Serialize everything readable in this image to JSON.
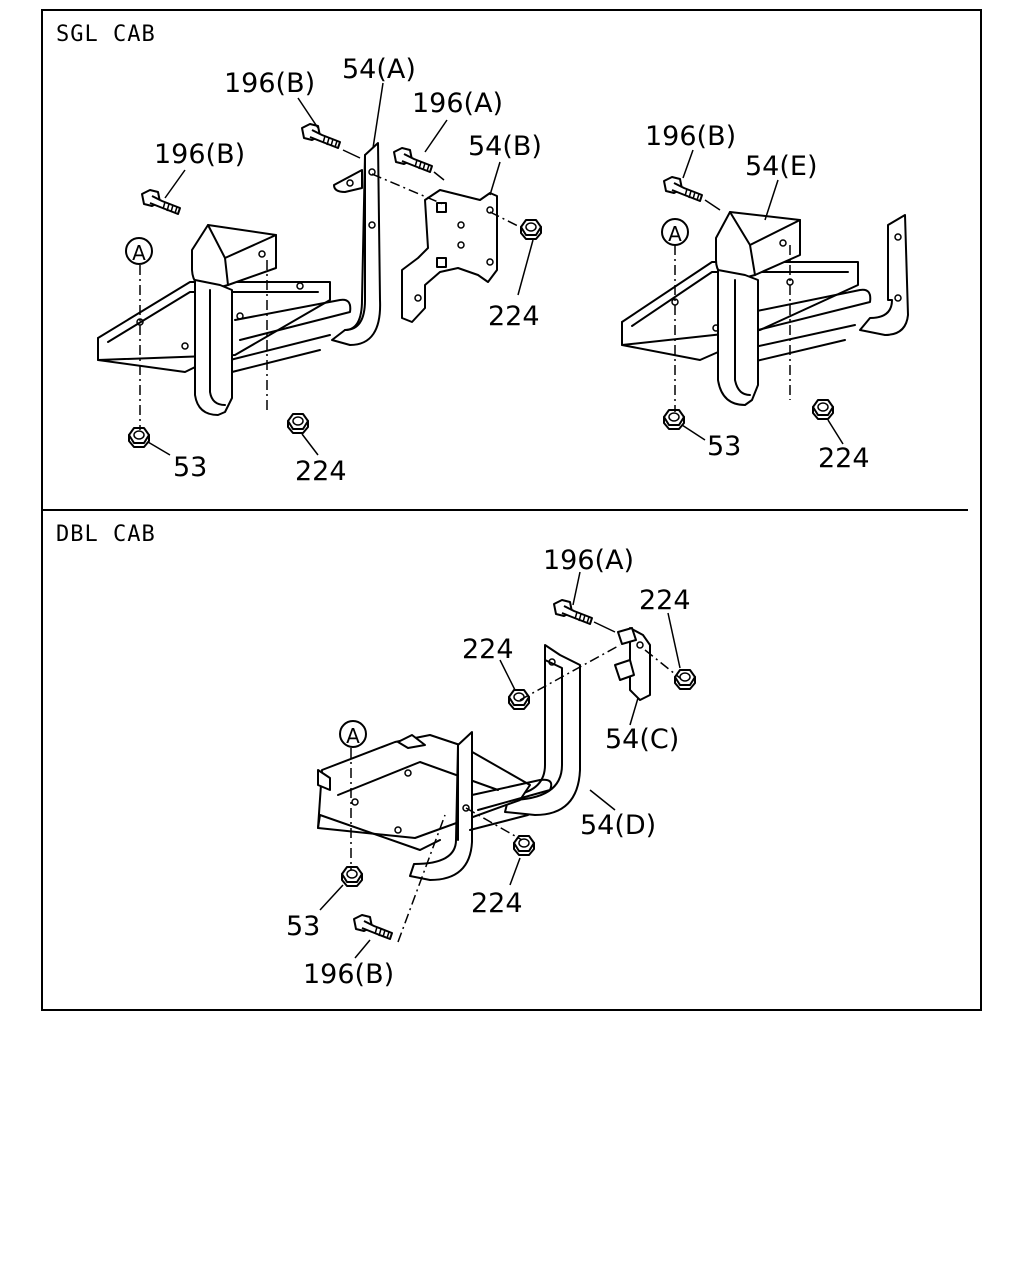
{
  "sections": [
    {
      "header": "SGL CAB"
    },
    {
      "header": "DBL CAB"
    }
  ],
  "labels": {
    "sgl_left_196b_top": "196(B)",
    "sgl_left_54a": "54(A)",
    "sgl_left_196a": "196(A)",
    "sgl_left_54b": "54(B)",
    "sgl_left_196b": "196(B)",
    "sgl_left_ref_a": "A",
    "sgl_left_224_right": "224",
    "sgl_left_53": "53",
    "sgl_left_224_bottom": "224",
    "sgl_right_196b": "196(B)",
    "sgl_right_54e": "54(E)",
    "sgl_right_ref_a": "A",
    "sgl_right_53": "53",
    "sgl_right_224": "224",
    "dbl_196a": "196(A)",
    "dbl_224_right": "224",
    "dbl_224_left": "224",
    "dbl_54c": "54(C)",
    "dbl_ref_a": "A",
    "dbl_54d": "54(D)",
    "dbl_224_bottom": "224",
    "dbl_53": "53",
    "dbl_196b": "196(B)"
  }
}
